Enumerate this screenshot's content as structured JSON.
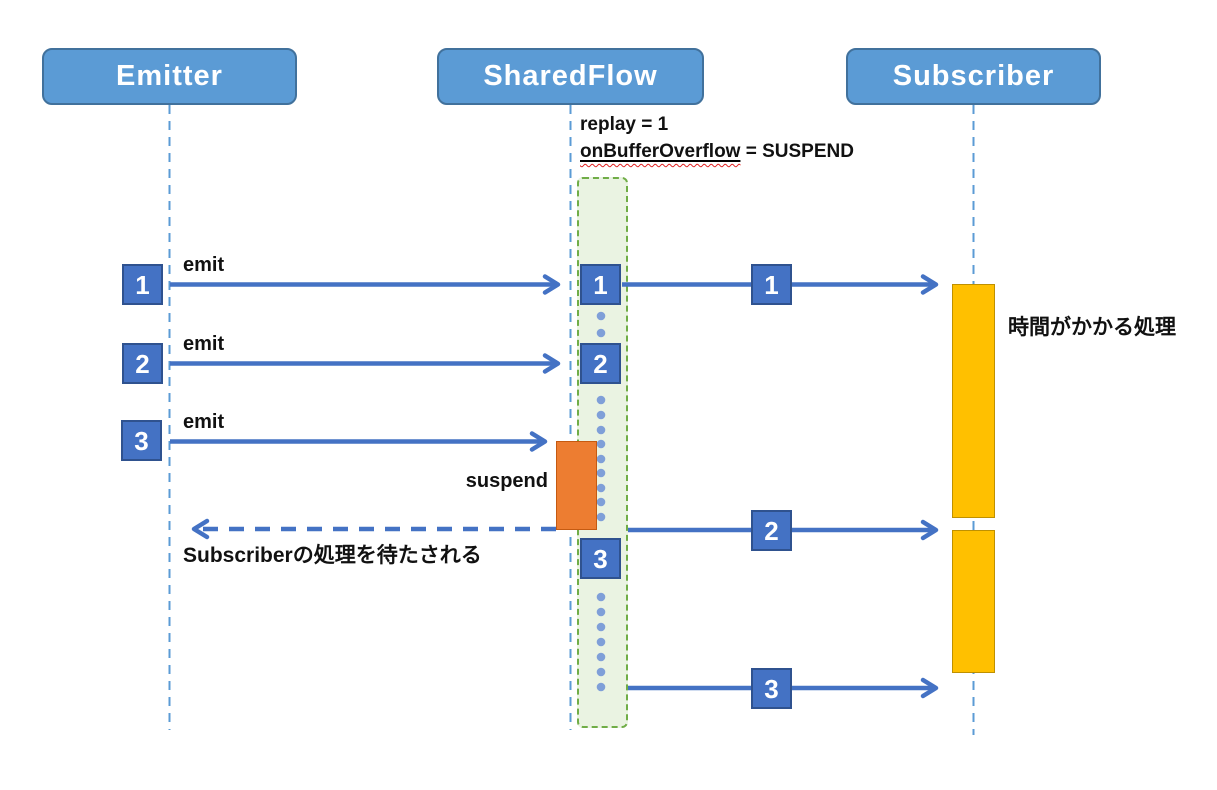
{
  "headers": {
    "emitter": "Emitter",
    "sharedflow": "SharedFlow",
    "subscriber": "Subscriber"
  },
  "config": {
    "replay_line": "replay = 1",
    "overflow_key": "onBufferOverflow",
    "overflow_rest": " = SUSPEND"
  },
  "emits": [
    {
      "num": "1",
      "label": "emit"
    },
    {
      "num": "2",
      "label": "emit"
    },
    {
      "num": "3",
      "label": "emit"
    }
  ],
  "buffer": {
    "items": [
      "1",
      "2",
      "3"
    ]
  },
  "deliveries": [
    "1",
    "2",
    "3"
  ],
  "labels": {
    "suspend": "suspend",
    "wait": "Subscriberの処理を待たされる",
    "long_process": "時間がかかる処理"
  },
  "colors": {
    "actor_fill": "#5B9BD5",
    "actor_border": "#41719C",
    "box_fill": "#4472C4",
    "box_border": "#2F528F",
    "arrow": "#4472C4",
    "lifeline": "#5B9BD5",
    "buffer_fill": "#EAF3E2",
    "buffer_border": "#70AD47",
    "suspend_fill": "#ED7D31",
    "suspend_border": "#C55A11",
    "activation_fill": "#FFC000",
    "activation_border": "#BF9000",
    "dot": "#7F9FD8",
    "squiggle_red": "#E02020"
  }
}
